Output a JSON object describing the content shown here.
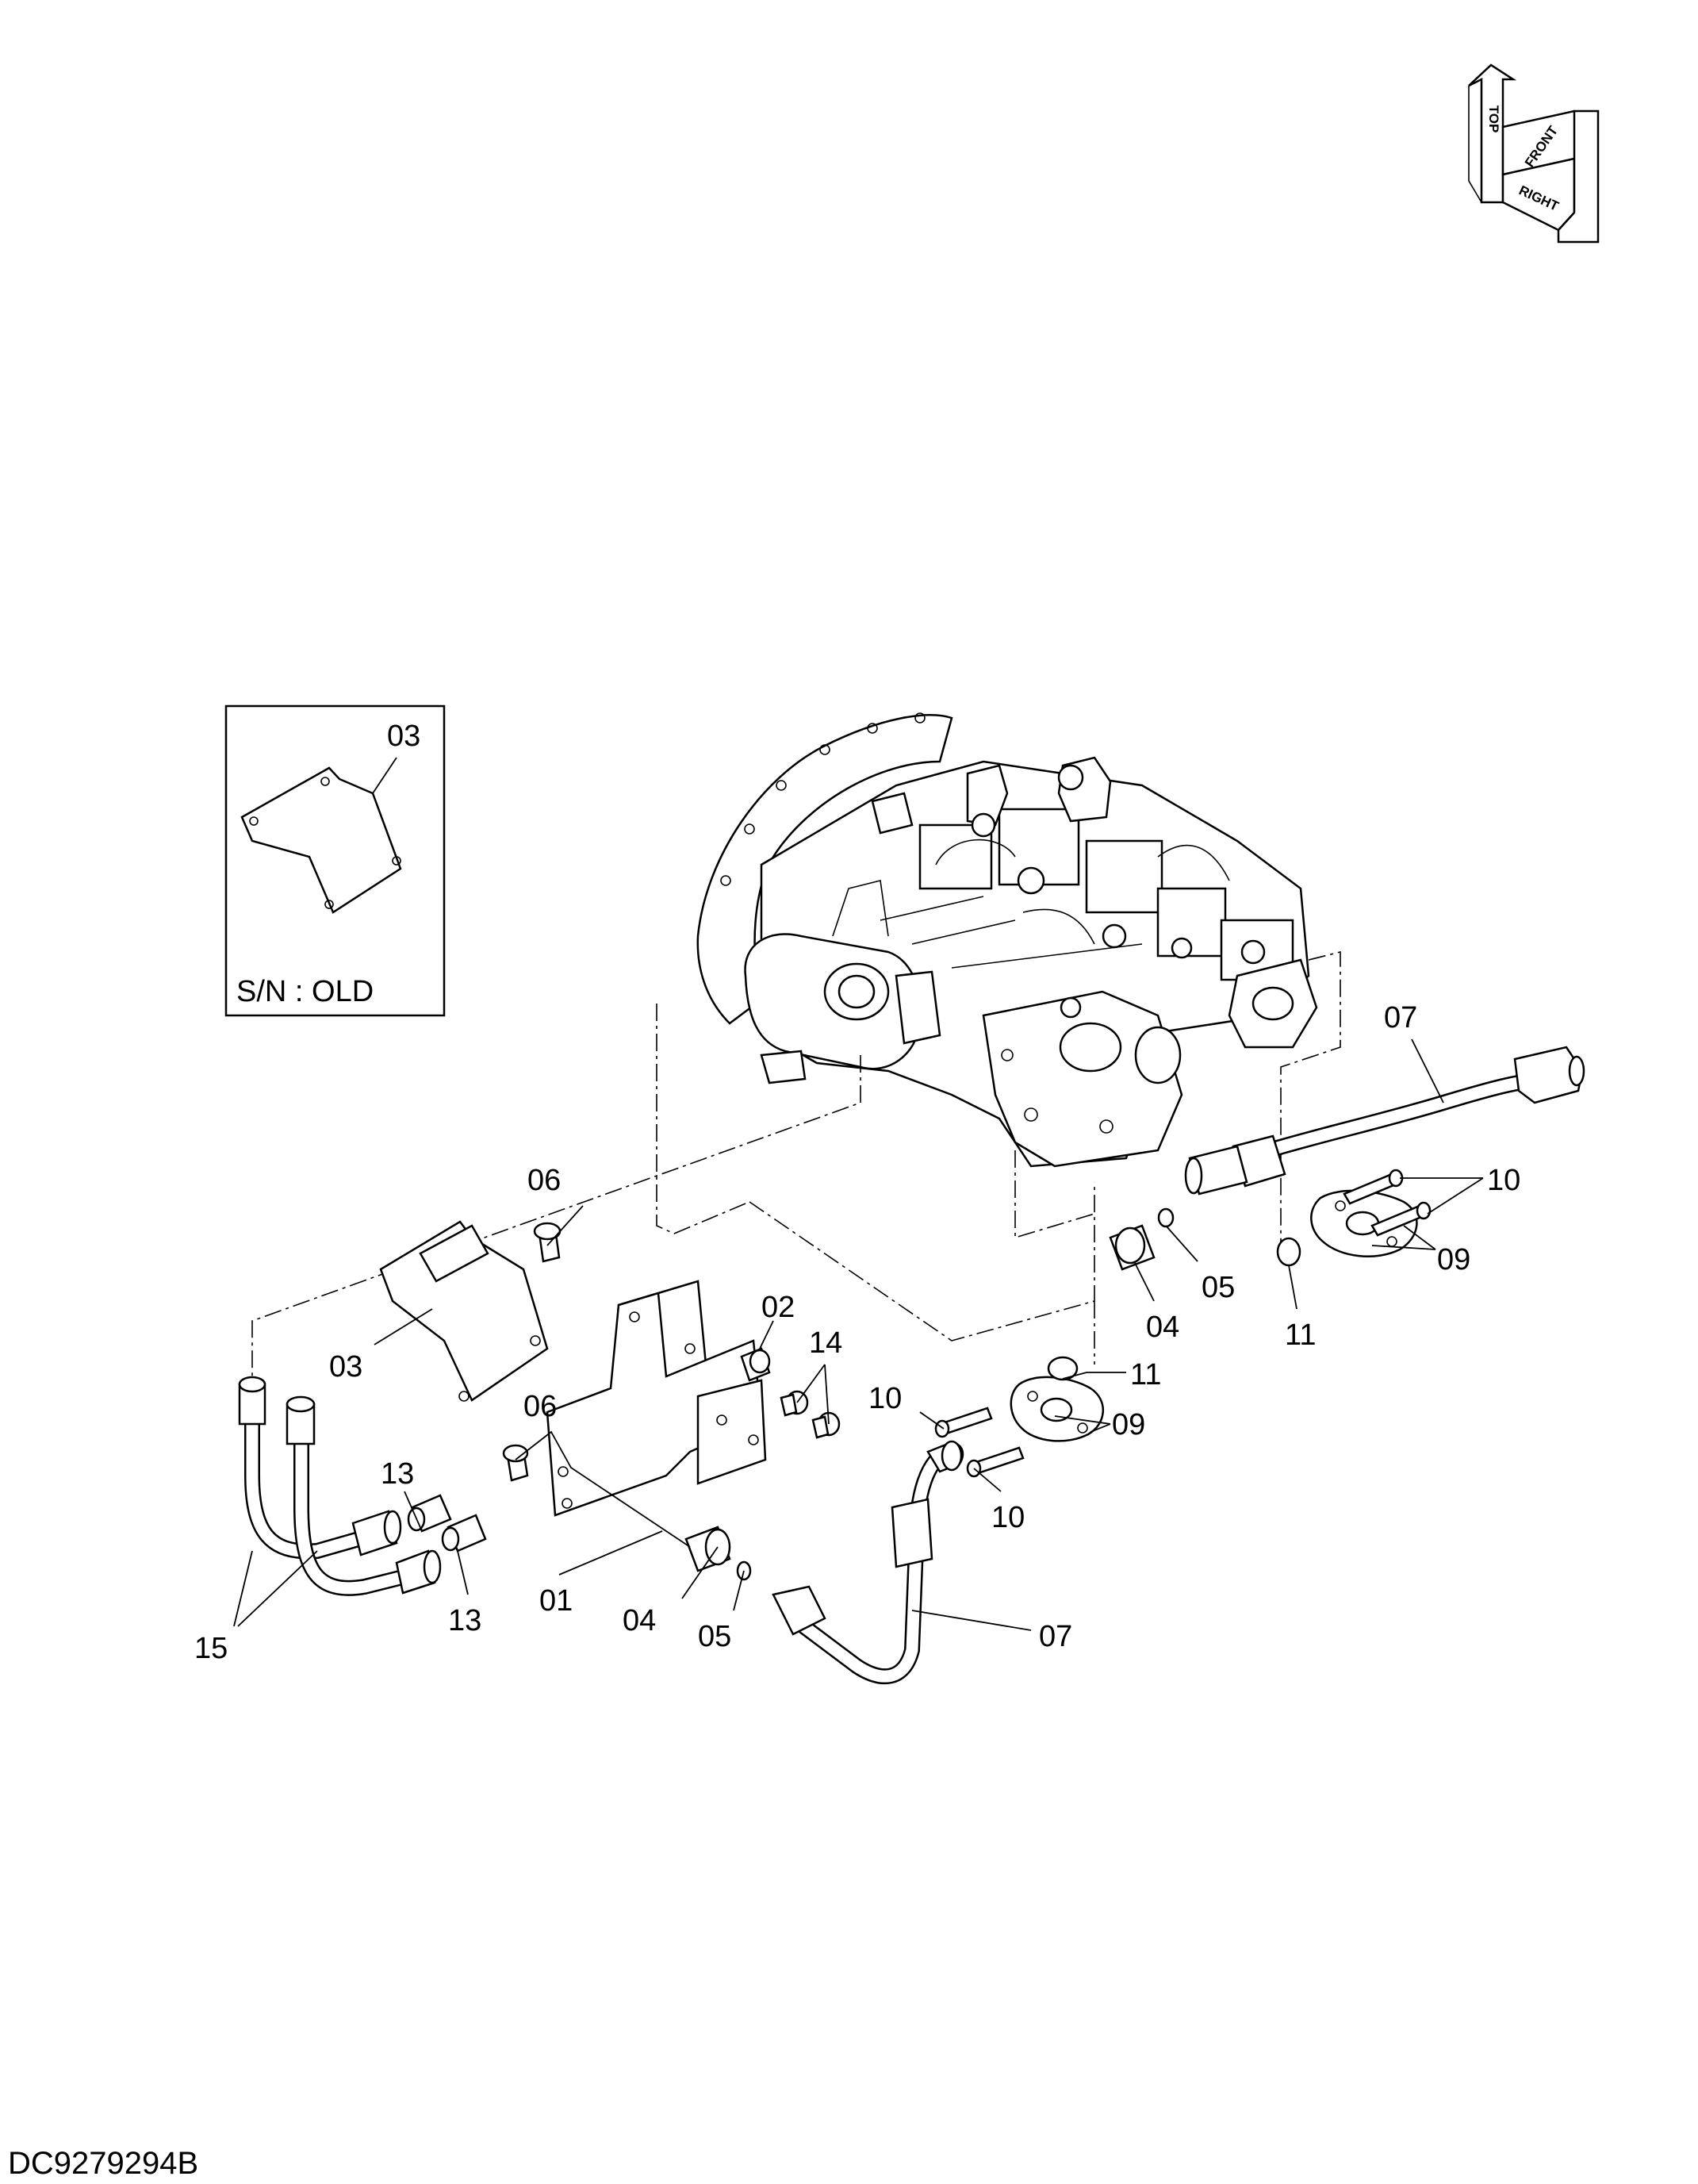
{
  "drawing": {
    "code": "DC9279294B",
    "inset_caption": "S/N : OLD",
    "inset_part_label": "03"
  },
  "orientation": {
    "top": "TOP",
    "front": "FRONT",
    "right": "RIGHT"
  },
  "callouts": {
    "p01": "01",
    "p02": "02",
    "p03": "03",
    "p04_a": "04",
    "p04_b": "04",
    "p05_a": "05",
    "p05_b": "05",
    "p06_a": "06",
    "p06_b": "06",
    "p07_a": "07",
    "p07_b": "07",
    "p09_a": "09",
    "p09_b": "09",
    "p10_a": "10",
    "p10_b": "10",
    "p10_c": "10",
    "p11_a": "11",
    "p11_b": "11",
    "p13_a": "13",
    "p13_b": "13",
    "p14": "14",
    "p15": "15"
  }
}
